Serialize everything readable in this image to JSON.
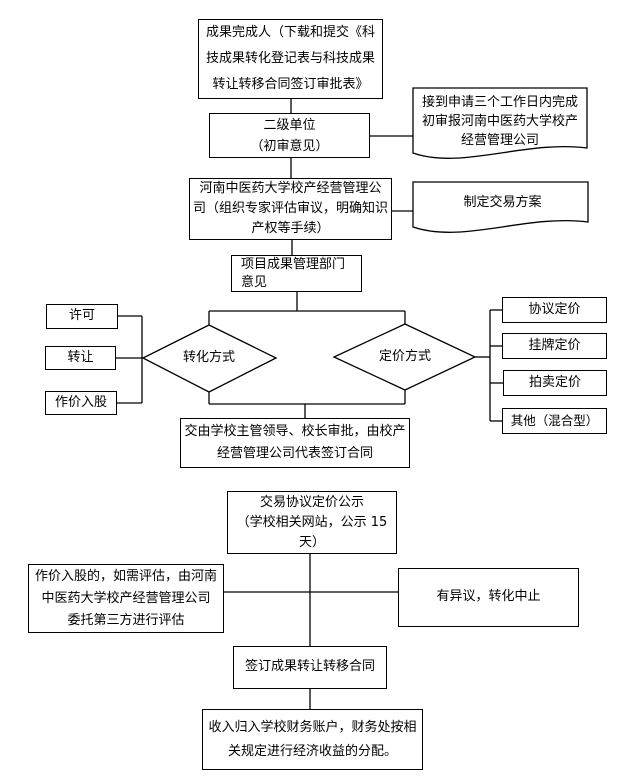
{
  "colors": {
    "background": "#ffffff",
    "stroke": "#000000",
    "text": "#000000"
  },
  "nodes": {
    "completer": {
      "text": "成果完成人（下载和提交《科\n技成果转化登记表与科技成果\n转让转移合同签订审批表》"
    },
    "secondary": {
      "text": "二级单位\n（初审意见）"
    },
    "doc_review": {
      "text": "接到申请三个工作日内完成\n初审报河南中医药大学校产\n经营管理公司"
    },
    "company": {
      "text": "河南中医药大学校产经营管理公\n司（组织专家评估审议，明确知识\n产权等手续）"
    },
    "doc_plan": {
      "text": "制定交易方案"
    },
    "dept": {
      "text": "项目成果管理部门\n意见"
    },
    "conversion": {
      "text": "转化方式"
    },
    "pricing": {
      "text": "定价方式"
    },
    "license": {
      "text": "许可"
    },
    "transfer": {
      "text": "转让"
    },
    "equity": {
      "text": "作价入股"
    },
    "agreement": {
      "text": "协议定价"
    },
    "listing": {
      "text": "挂牌定价"
    },
    "auction": {
      "text": "拍卖定价"
    },
    "other": {
      "text": "其他（混合型）"
    },
    "approve": {
      "text": "交由学校主管领导、校长审批，由校产\n经营管理公司代表签订合同"
    },
    "publicity": {
      "text": "交易协议定价公示\n（学校相关网站，公示 15\n天）"
    },
    "evaluation": {
      "text": "作价入股的，如需评估，由河南\n中医药大学校产经营管理公司\n委托第三方进行评估"
    },
    "objection": {
      "text": "有异议，转化中止"
    },
    "sign": {
      "text": "签订成果转让转移合同"
    },
    "income": {
      "text": "收入归入学校财务账户，财务处按相\n关规定进行经济收益的分配。"
    }
  }
}
